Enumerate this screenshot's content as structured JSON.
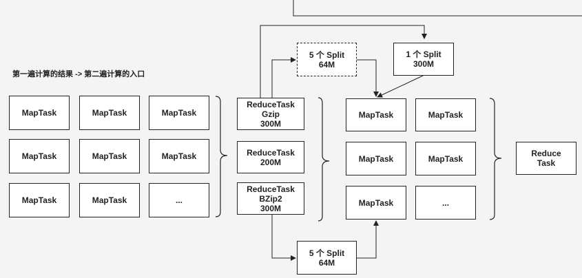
{
  "caption": "第一遍计算的结果 -> 第二遍计算的入口",
  "first_pass": {
    "r1": [
      "MapTask",
      "MapTask",
      "MapTask"
    ],
    "r2": [
      "MapTask",
      "MapTask",
      "MapTask"
    ],
    "r3": [
      "MapTask",
      "MapTask",
      "..."
    ]
  },
  "reduce_outputs": {
    "gzip": "ReduceTask\nGzip\n300M",
    "plain": "ReduceTask\n200M",
    "bzip": "ReduceTask\nBZip2\n300M"
  },
  "splits": {
    "top_dashed": "5 个 Split\n64M",
    "top_right": "1 个 Split\n300M",
    "bottom": "5 个 Split\n64M"
  },
  "second_pass": {
    "r1": [
      "MapTask",
      "MapTask"
    ],
    "r2": [
      "MapTask",
      "MapTask"
    ],
    "r3": [
      "MapTask",
      "..."
    ]
  },
  "final_reduce": "Reduce\nTask"
}
